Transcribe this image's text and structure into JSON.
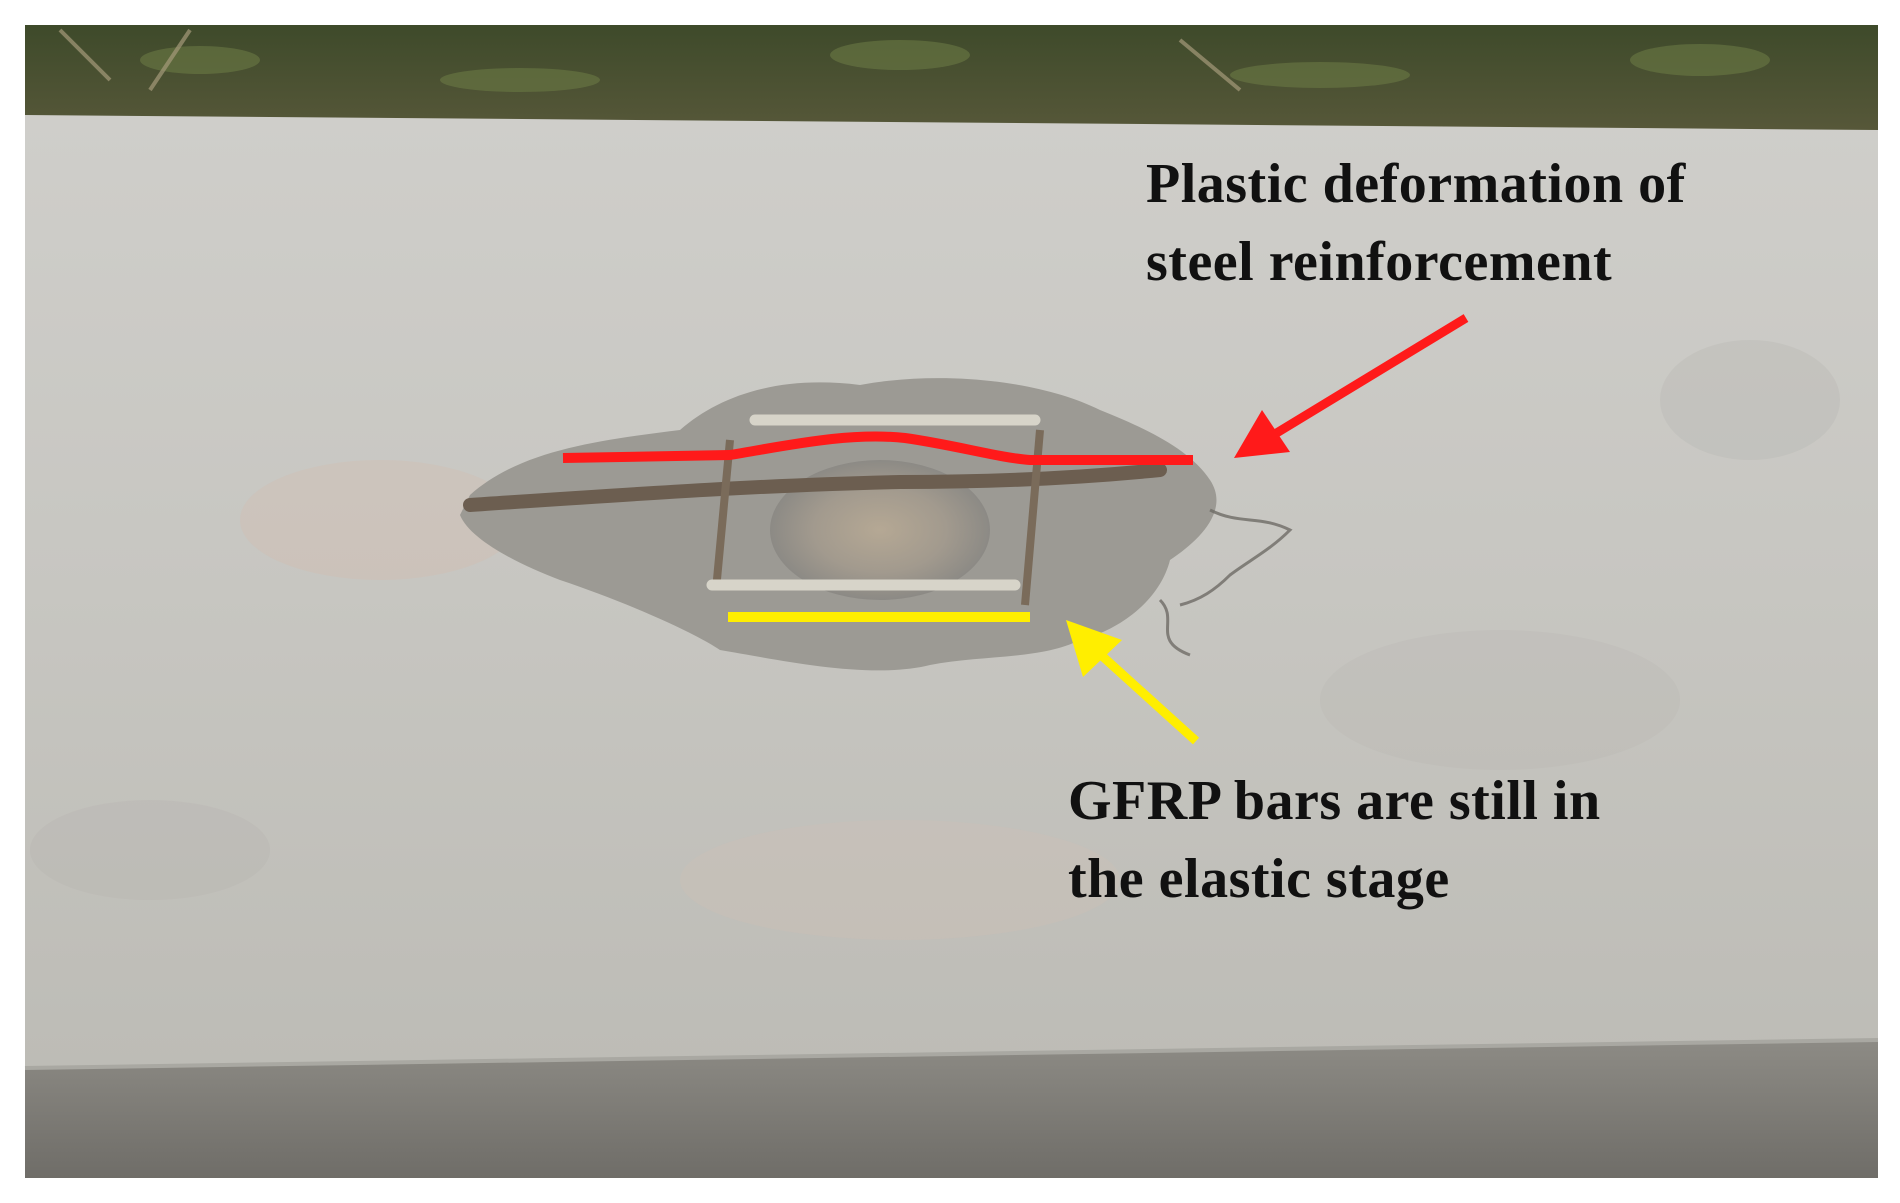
{
  "annotations": {
    "steel": {
      "line1": "Plastic deformation of",
      "line2": "steel reinforcement",
      "color": "#ff1a1a"
    },
    "gfrp": {
      "line1": "GFRP bars are still in",
      "line2": "the elastic stage",
      "color": "#ffee00"
    }
  },
  "colors": {
    "concrete": "#c9c8c3",
    "concrete_shadow": "#8f8d87",
    "grass": "#4a5a32",
    "text": "#111111"
  }
}
